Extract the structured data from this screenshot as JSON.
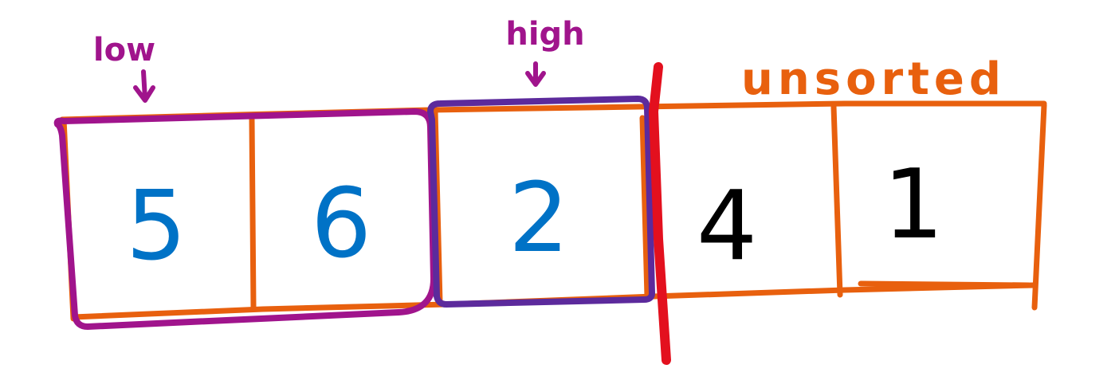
{
  "array": {
    "cells": [
      {
        "value": "5",
        "color": "#0072C6"
      },
      {
        "value": "6",
        "color": "#0072C6"
      },
      {
        "value": "2",
        "color": "#0072C6"
      },
      {
        "value": "4",
        "color": "#000000"
      },
      {
        "value": "1",
        "color": "#000000"
      }
    ],
    "grid_color": "#E8600E"
  },
  "pointers": {
    "low": {
      "label": "low",
      "color": "#A0148C"
    },
    "high": {
      "label": "high",
      "color": "#A0148C"
    }
  },
  "groups": {
    "low_group_color": "#A0148C",
    "high_group_color": "#5C2A9C"
  },
  "divider": {
    "color": "#E3101E"
  },
  "unsorted": {
    "label": "unsorted",
    "color": "#E8600E"
  }
}
